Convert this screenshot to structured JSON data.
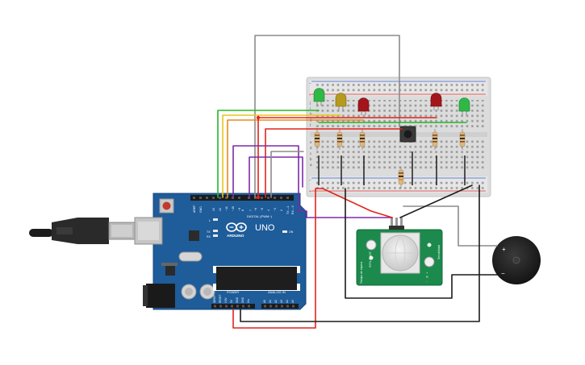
{
  "arduino": {
    "brand": "ARDUINO",
    "model": "UNO",
    "digital_label": "DIGITAL (PWM~)",
    "power_label": "POWER",
    "analog_label": "ANALOG IN",
    "board_color": "#1e5c9a",
    "header_pin_labels": [
      "AREF",
      "GND",
      "13",
      "12",
      "~11",
      "~10",
      "~9",
      "8",
      "7",
      "~6",
      "~5",
      "4",
      "~3",
      "2",
      "TX→1",
      "RX←0"
    ],
    "led_labels": [
      "L",
      "TX",
      "RX"
    ],
    "on_label": "ON",
    "power_pin_labels": [
      "IOREF",
      "RESET",
      "3.3V",
      "5V",
      "GND",
      "GND",
      "Vin"
    ],
    "analog_pin_labels": [
      "A0",
      "A1",
      "A2",
      "A3",
      "A4",
      "A5"
    ]
  },
  "pir_sensor": {
    "label_top": "SYN-RN37",
    "label_side": "Sensibilidad",
    "label_left": "Tiempo de espera",
    "board_color": "#1b8a4c",
    "pin_labels": [
      "+",
      "S",
      "-"
    ]
  },
  "buzzer": {
    "plus_label": "+",
    "minus_label": "−"
  },
  "breadboard": {
    "row_labels_top": [
      "j",
      "i",
      "h",
      "g",
      "f"
    ],
    "row_labels_bottom": [
      "e",
      "d",
      "c",
      "b",
      "a"
    ],
    "rail_plus": "+",
    "rail_minus": "−"
  },
  "leds": [
    {
      "name": "led-green-left",
      "color": "#2fb845"
    },
    {
      "name": "led-yellow",
      "color": "#b59a1e"
    },
    {
      "name": "led-red-left",
      "color": "#a4151b"
    },
    {
      "name": "led-red-right",
      "color": "#a4151b"
    },
    {
      "name": "led-green-right",
      "color": "#2fb845"
    }
  ],
  "wire_colors": {
    "green": "#28b52c",
    "yellow": "#e8c51b",
    "orange": "#e98a1c",
    "red": "#e2231a",
    "purple": "#7d2aa8",
    "gray": "#8c8c8c",
    "black": "#1b1b1b"
  }
}
